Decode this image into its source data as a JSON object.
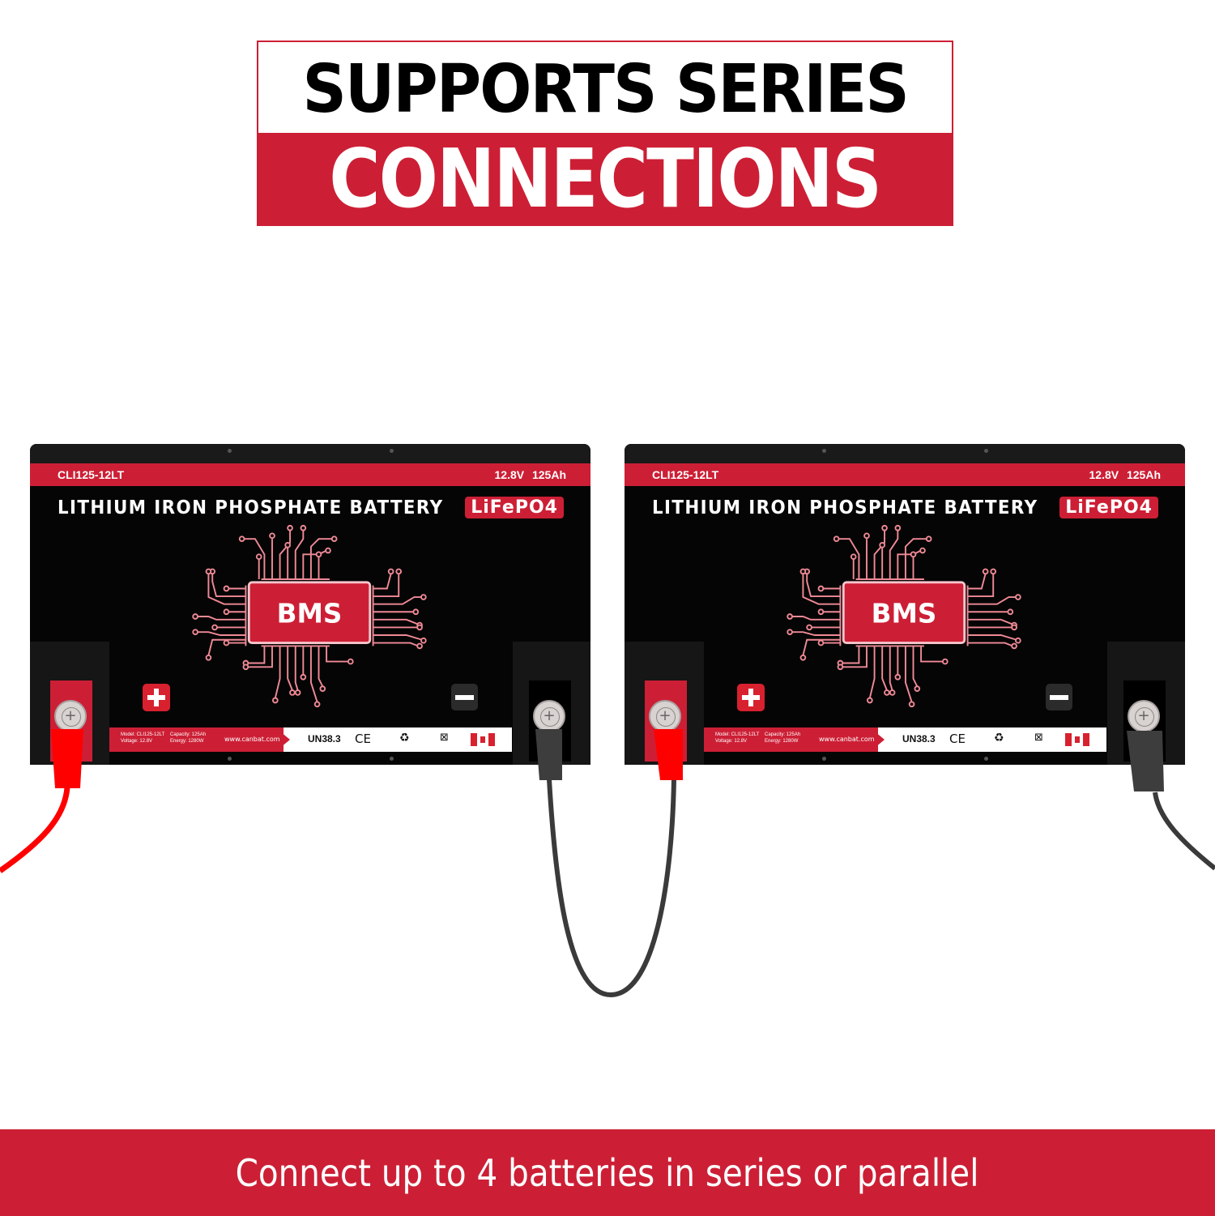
{
  "headline": {
    "line1": "SUPPORTS SERIES",
    "line2": "CONNECTIONS"
  },
  "colors": {
    "brand_red": "#cc1f35",
    "wire_positive": "#ff0000",
    "wire_negative": "#3a3a3a",
    "battery_body": "#050505"
  },
  "batteries": [
    {
      "model": "CLI125-12LT",
      "rating": "12.8V 125Ah",
      "title": "LITHIUM IRON PHOSPHATE BATTERY",
      "chemistry": "LiFePO4",
      "chip_label": "BMS",
      "positive_symbol": "+",
      "negative_symbol": "−",
      "terminal_symbol": "⊕",
      "info": {
        "model_line": "Model: CLI125-12LT",
        "voltage_line": "Voltage: 12.8V",
        "capacity_line": "Capacity: 125Ah",
        "energy_line": "Energy: 1280W",
        "url": "www.canbat.com",
        "cert": "UN38.3",
        "ce_mark": "CE",
        "recycle_icon": "♻",
        "bin_icon": "⊠"
      }
    },
    {
      "model": "CLI125-12LT",
      "rating": "12.8V 125Ah",
      "title": "LITHIUM IRON PHOSPHATE BATTERY",
      "chemistry": "LiFePO4",
      "chip_label": "BMS",
      "positive_symbol": "+",
      "negative_symbol": "−",
      "terminal_symbol": "⊕",
      "info": {
        "model_line": "Model: CLI125-12LT",
        "voltage_line": "Voltage: 12.8V",
        "capacity_line": "Capacity: 125Ah",
        "energy_line": "Energy: 1280W",
        "url": "www.canbat.com",
        "cert": "UN38.3",
        "ce_mark": "CE",
        "recycle_icon": "♻",
        "bin_icon": "⊠"
      }
    }
  ],
  "connection": {
    "type": "series",
    "description": "Battery 1 negative terminal connected to Battery 2 positive terminal"
  },
  "footer": {
    "text": "Connect up to 4 batteries in series or parallel"
  }
}
